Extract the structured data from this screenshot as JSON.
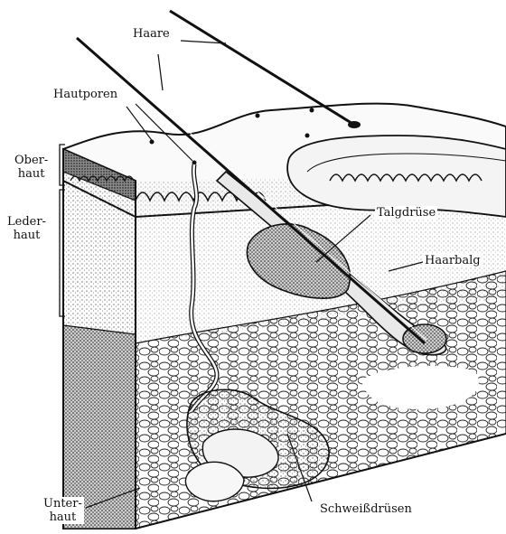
{
  "labels": {
    "haare": "Haare",
    "hautporen": "Hautporen",
    "oberhaut": [
      "Ober-",
      "haut"
    ],
    "lederhaut": [
      "Leder-",
      "haut"
    ],
    "unterhaut": [
      "Unter-",
      "haut"
    ],
    "talgdruese": "Talgdrüse",
    "haarbalg": "Haarbalg",
    "schweissdruesen": "Schweißdrüsen"
  }
}
